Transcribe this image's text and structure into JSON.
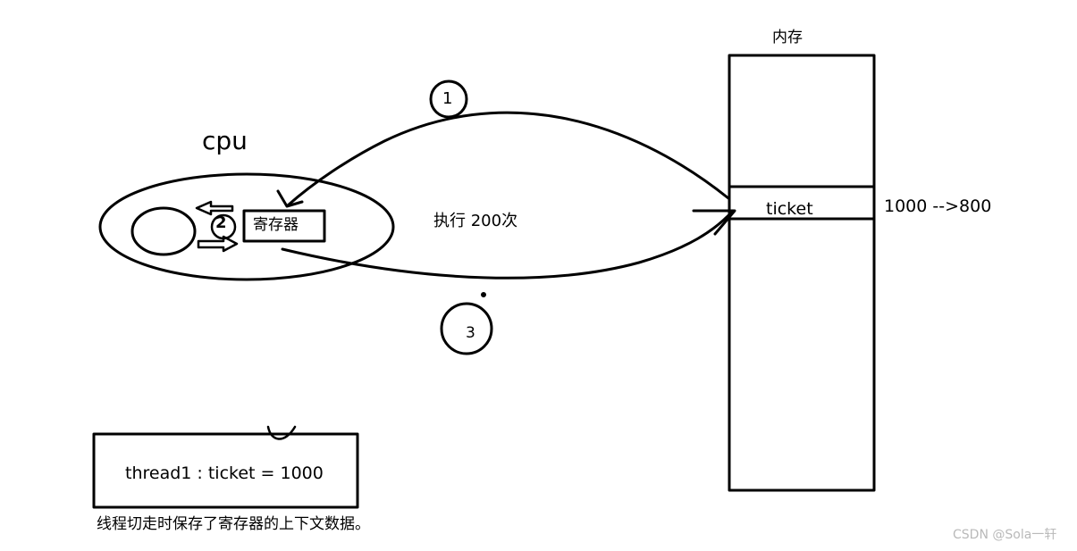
{
  "memory": {
    "title": "内存",
    "field_label": "ticket",
    "value_change": "1000 -->800"
  },
  "cpu": {
    "label": "cpu",
    "register_label": "寄存器"
  },
  "process": {
    "execute_label": "执行 200次"
  },
  "steps": {
    "step1": "1",
    "step2": "2",
    "step3": "3"
  },
  "thread": {
    "context_label": "thread1 : ticket = 1000"
  },
  "caption": "线程切走时保存了寄存器的上下文数据。",
  "watermark": "CSDN @Sola一轩",
  "colors": {
    "ink": "#000000",
    "background": "#ffffff",
    "watermark": "#b9b9b9"
  }
}
